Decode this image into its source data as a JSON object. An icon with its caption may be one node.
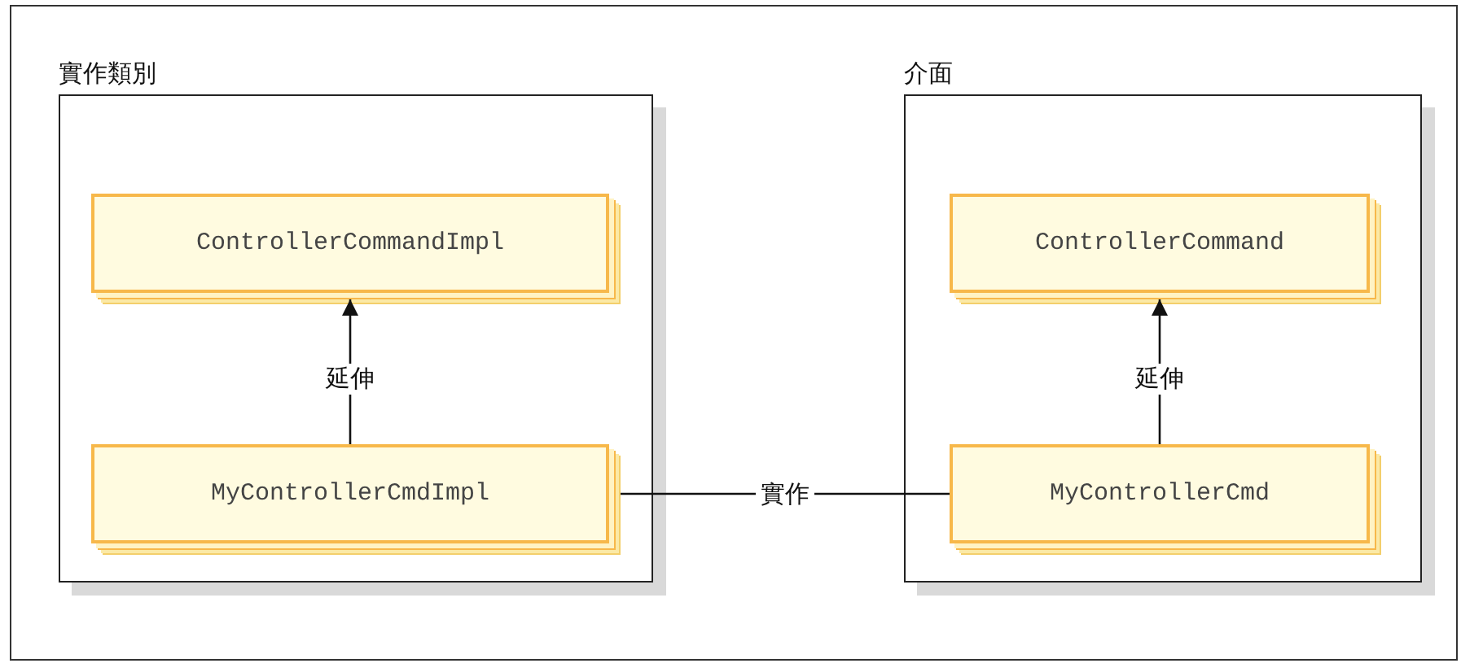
{
  "diagram": {
    "nodes": [
      {
        "text": [
          "實作類別"
        ]
      },
      {
        "text": [
          "ControllerCommandImpl"
        ],
        "in": 0
      },
      {
        "text": [
          "MyControllerCmdImpl"
        ],
        "in": 0
      },
      {
        "text": [
          "介面"
        ]
      },
      {
        "text": [
          "ControllerCommand"
        ],
        "in": 3
      },
      {
        "text": [
          "MyControllerCmd"
        ],
        "in": 3
      }
    ],
    "edges": [
      {
        "from": 2,
        "to": 1,
        "arrow": "to",
        "label": "延伸"
      },
      {
        "from": 5,
        "to": 4,
        "arrow": "to",
        "label": "延伸"
      },
      {
        "from": 2,
        "to": 5,
        "arrow": "none",
        "label": "實作"
      }
    ]
  }
}
